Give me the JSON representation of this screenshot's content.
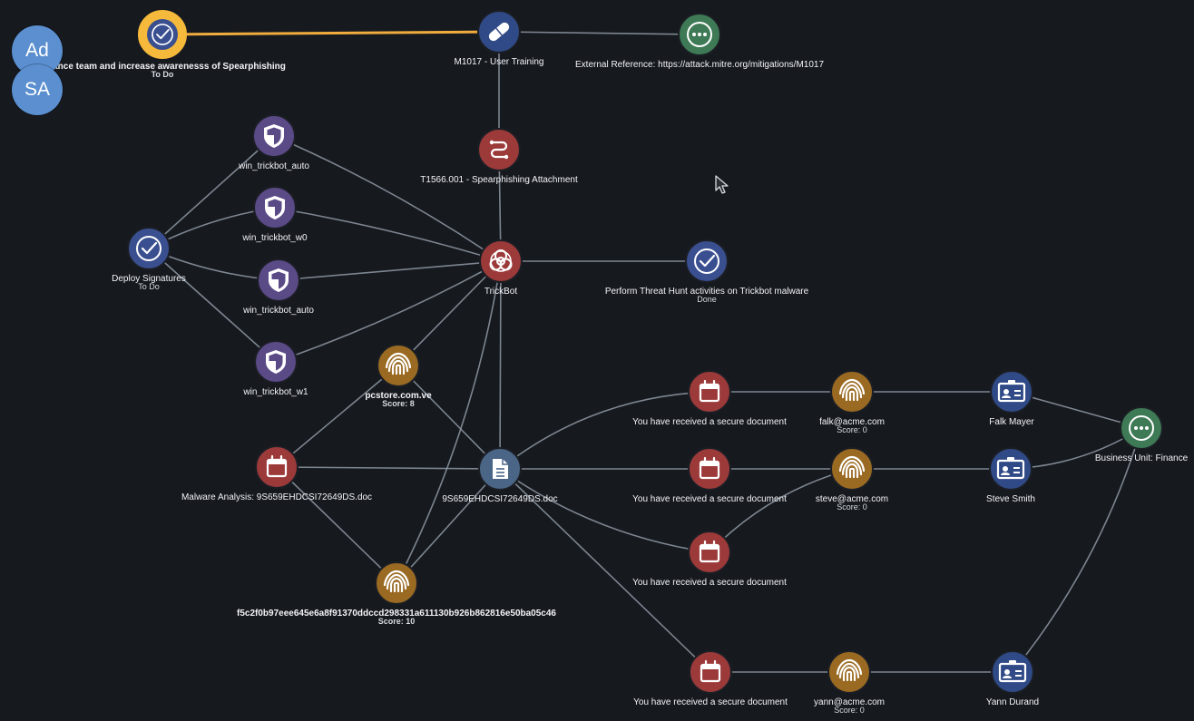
{
  "avatars": [
    {
      "id": "ad",
      "initials": "Ad"
    },
    {
      "id": "sa",
      "initials": "SA"
    }
  ],
  "colors": {
    "background": "#16191e",
    "task": "#3a4f8f",
    "task_selected": "#f5b93b",
    "attack": "#9c3a3a",
    "signature": "#5a4a86",
    "indicator": "#9a6a22",
    "document": "#4a6585",
    "identity": "#2f4a86",
    "reference": "#3e7a55",
    "edge": "#8e99a4",
    "highlight_edge": "#f0ad3e"
  },
  "nodes": [
    {
      "id": "task_finance",
      "type": "task",
      "icon": "check-icon",
      "label": "Finance team and increase awarenesss of Spearphishing",
      "sub": "To Do",
      "bold": true,
      "selected": true
    },
    {
      "id": "m1017",
      "type": "mitigation",
      "icon": "bandage-icon",
      "label": "M1017 - User Training"
    },
    {
      "id": "ext_ref",
      "type": "reference",
      "icon": "more-icon",
      "label": "External Reference: https://attack.mitre.org/mitigations/M1017"
    },
    {
      "id": "t1566",
      "type": "attack",
      "icon": "route-icon",
      "label": "T1566.001 - Spearphishing Attachment"
    },
    {
      "id": "sig1",
      "type": "signature",
      "icon": "shield-icon",
      "label": "win_trickbot_auto"
    },
    {
      "id": "sig2",
      "type": "signature",
      "icon": "shield-icon",
      "label": "win_trickbot_w0"
    },
    {
      "id": "sig3",
      "type": "signature",
      "icon": "shield-icon",
      "label": "win_trickbot_auto"
    },
    {
      "id": "sig4",
      "type": "signature",
      "icon": "shield-icon",
      "label": "win_trickbot_w1"
    },
    {
      "id": "deploy",
      "type": "task",
      "icon": "check-icon",
      "label": "Deploy Signatures",
      "sub": "To Do"
    },
    {
      "id": "trickbot",
      "type": "attack",
      "icon": "biohazard-icon",
      "label": "TrickBot"
    },
    {
      "id": "threat_hunt",
      "type": "task",
      "icon": "check-icon",
      "label": "Perform Threat Hunt activities on Trickbot malware",
      "sub": "Done"
    },
    {
      "id": "pcstore",
      "type": "indicator",
      "icon": "fingerprint-icon",
      "label": "pcstore.com.ve",
      "sub": "Score: 8",
      "bold": true
    },
    {
      "id": "malware_analysis",
      "type": "attack",
      "icon": "calendar-icon",
      "label": "Malware Analysis: 9S659EHDCSI72649DS.doc"
    },
    {
      "id": "doc",
      "type": "document",
      "icon": "file-icon",
      "label": "9S659EHDCSI72649DS.doc"
    },
    {
      "id": "hash",
      "type": "indicator",
      "icon": "fingerprint-icon",
      "label": "f5c2f0b97eee645e6a8f91370ddccd298331a611130b926b862816e50ba05c46",
      "sub": "Score: 10",
      "bold": true
    },
    {
      "id": "email1",
      "type": "attack",
      "icon": "calendar-icon",
      "label": "You have received a secure document"
    },
    {
      "id": "email2",
      "type": "attack",
      "icon": "calendar-icon",
      "label": "You have received a secure document"
    },
    {
      "id": "email3",
      "type": "attack",
      "icon": "calendar-icon",
      "label": "You have received a secure document"
    },
    {
      "id": "email4",
      "type": "attack",
      "icon": "calendar-icon",
      "label": "You have received a secure document"
    },
    {
      "id": "falk_email",
      "type": "indicator",
      "icon": "fingerprint-icon",
      "label": "falk@acme.com",
      "sub": "Score: 0"
    },
    {
      "id": "steve_email",
      "type": "indicator",
      "icon": "fingerprint-icon",
      "label": "steve@acme.com",
      "sub": "Score: 0"
    },
    {
      "id": "yann_email",
      "type": "indicator",
      "icon": "fingerprint-icon",
      "label": "yann@acme.com",
      "sub": "Score: 0"
    },
    {
      "id": "falk",
      "type": "identity",
      "icon": "id-card-icon",
      "label": "Falk Mayer"
    },
    {
      "id": "steve",
      "type": "identity",
      "icon": "id-card-icon",
      "label": "Steve Smith"
    },
    {
      "id": "yann",
      "type": "identity",
      "icon": "id-card-icon",
      "label": "Yann Durand"
    },
    {
      "id": "bu_finance",
      "type": "reference",
      "icon": "more-icon",
      "label": "Business Unit: Finance"
    }
  ],
  "edges": [
    [
      "task_finance",
      "m1017",
      "highlight"
    ],
    [
      "m1017",
      "ext_ref"
    ],
    [
      "m1017",
      "t1566"
    ],
    [
      "t1566",
      "trickbot"
    ],
    [
      "deploy",
      "sig1"
    ],
    [
      "deploy",
      "sig2"
    ],
    [
      "deploy",
      "sig3"
    ],
    [
      "deploy",
      "sig4"
    ],
    [
      "sig1",
      "trickbot"
    ],
    [
      "sig2",
      "trickbot"
    ],
    [
      "sig3",
      "trickbot"
    ],
    [
      "sig4",
      "trickbot"
    ],
    [
      "trickbot",
      "threat_hunt"
    ],
    [
      "trickbot",
      "pcstore"
    ],
    [
      "trickbot",
      "doc"
    ],
    [
      "trickbot",
      "hash"
    ],
    [
      "pcstore",
      "malware_analysis"
    ],
    [
      "pcstore",
      "doc"
    ],
    [
      "malware_analysis",
      "doc"
    ],
    [
      "malware_analysis",
      "hash"
    ],
    [
      "hash",
      "doc"
    ],
    [
      "doc",
      "email1"
    ],
    [
      "doc",
      "email2"
    ],
    [
      "doc",
      "email3"
    ],
    [
      "doc",
      "email4"
    ],
    [
      "email1",
      "falk_email"
    ],
    [
      "email2",
      "steve_email"
    ],
    [
      "email3",
      "steve_email"
    ],
    [
      "email4",
      "yann_email"
    ],
    [
      "falk_email",
      "falk"
    ],
    [
      "steve_email",
      "steve"
    ],
    [
      "yann_email",
      "yann"
    ],
    [
      "falk",
      "bu_finance"
    ],
    [
      "steve",
      "bu_finance"
    ],
    [
      "yann",
      "bu_finance"
    ]
  ]
}
